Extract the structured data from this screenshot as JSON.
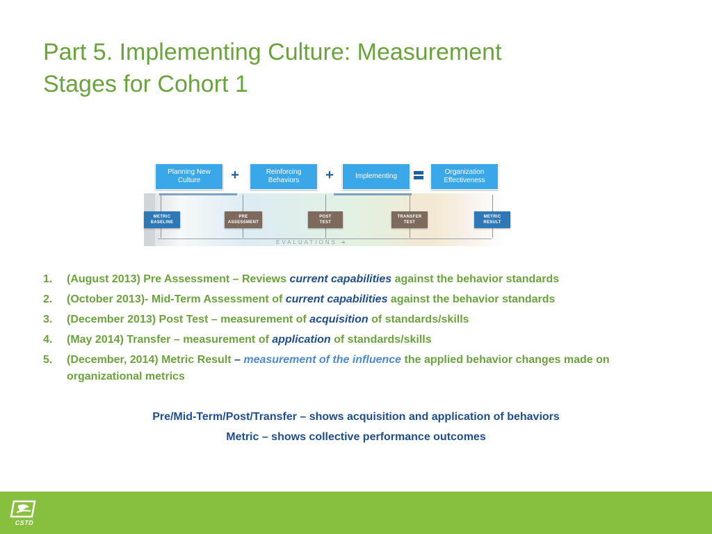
{
  "title": {
    "line1": "Part 5. Implementing Culture: Measurement",
    "line2": "Stages for Cohort 1"
  },
  "diagram": {
    "phases": [
      {
        "line1": "Planning New",
        "line2": "Culture"
      },
      {
        "line1": "Reinforcing",
        "line2": "Behaviors"
      },
      {
        "line1": "Implementing",
        "line2": ""
      },
      {
        "line1": "Organization",
        "line2": "Effectiveness"
      }
    ],
    "operators": [
      "+",
      "+",
      "="
    ],
    "markers": [
      {
        "line1": "METRIC",
        "line2": "BASELINE"
      },
      {
        "line1": "PRE",
        "line2": "ASSESSMENT"
      },
      {
        "line1": "POST",
        "line2": "TEST"
      },
      {
        "line1": "TRANSFER",
        "line2": "TEST"
      },
      {
        "line1": "METRIC",
        "line2": "RESULT"
      }
    ],
    "evaluations_label": "EVALUATIONS ➔"
  },
  "list": [
    {
      "num": "1.",
      "pre": "(August 2013) Pre Assessment – Reviews ",
      "em": "current capabilities",
      "post": " against the behavior standards"
    },
    {
      "num": "2.",
      "pre": "(October 2013)- Mid-Term Assessment of ",
      "em": "current capabilities",
      "post": " against the behavior standards"
    },
    {
      "num": "3.",
      "pre": "(December 2013) Post Test – measurement of ",
      "em": "acquisition",
      "post": " of standards/skills"
    },
    {
      "num": "4.",
      "pre": "(May 2014) Transfer – measurement of ",
      "em": "application",
      "post": " of standards/skills"
    },
    {
      "num": "5.",
      "pre": "(December, 2014) Metric Result ",
      "dash": "– ",
      "em": "measurement of the influence",
      "post": " the applied behavior changes made on organizational metrics"
    }
  ],
  "summary": {
    "line1": "Pre/Mid-Term/Post/Transfer – shows acquisition and application of behaviors",
    "line2": "Metric – shows collective performance outcomes"
  },
  "footer": {
    "logo_text": "CSTD",
    "logo_icon": "cstd-logo-icon",
    "color": "#87bf3f"
  },
  "colors": {
    "title": "#6aa33c",
    "list_text": "#6aa33c",
    "emphasis": "#1f4e8c",
    "phase_box": "#3aa8e8"
  }
}
